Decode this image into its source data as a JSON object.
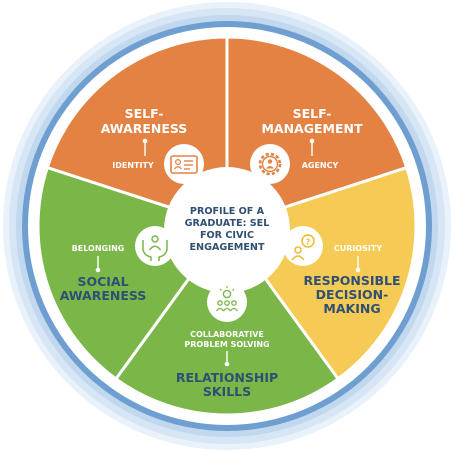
{
  "hub": {
    "lines": [
      "PROFILE OF A",
      "GRADUATE: SEL",
      "FOR CIVIC",
      "ENGAGEMENT"
    ]
  },
  "segments": [
    {
      "id": "self-awareness",
      "title_lines": [
        "SELF-",
        "AWARENESS"
      ],
      "tag": "IDENTITY",
      "icon": "id-card-icon",
      "color": "#e38243"
    },
    {
      "id": "self-management",
      "title_lines": [
        "SELF-",
        "MANAGEMENT"
      ],
      "tag": "AGENCY",
      "icon": "gear-person-icon",
      "color": "#e38243"
    },
    {
      "id": "responsible-decision-making",
      "title_lines": [
        "RESPONSIBLE",
        "DECISION-",
        "MAKING"
      ],
      "tag": "CURIOSITY",
      "icon": "person-question-icon",
      "color": "#f5cb55"
    },
    {
      "id": "relationship-skills",
      "title_lines": [
        "RELATIONSHIP",
        "SKILLS"
      ],
      "tag_lines": [
        "COLLABORATIVE",
        "PROBLEM SOLVING"
      ],
      "icon": "group-lightbulb-icon",
      "color": "#7ab648"
    },
    {
      "id": "social-awareness",
      "title_lines": [
        "SOCIAL",
        "AWARENESS"
      ],
      "tag": "BELONGING",
      "icon": "hands-person-icon",
      "color": "#7ab648"
    }
  ],
  "colors": {
    "orange": "#e38243",
    "yellow": "#f5cb55",
    "green": "#7ab648",
    "title_dark": "#2f4f73",
    "ring_blue": "#6f9fd0",
    "ring_light": "#dce9f6"
  }
}
